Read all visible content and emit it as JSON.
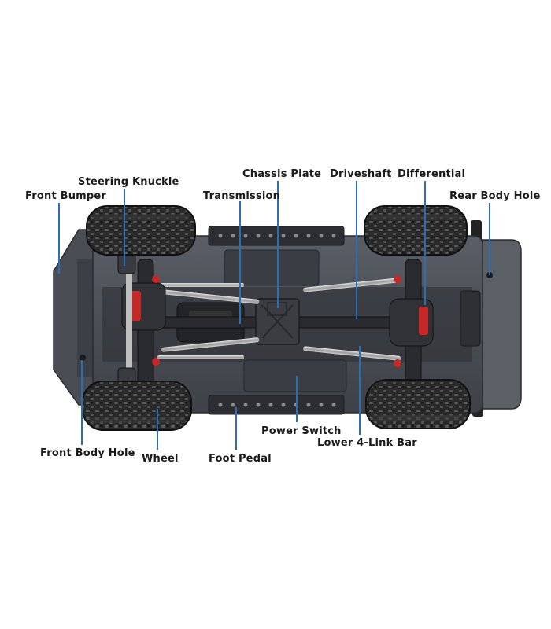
{
  "diagram": {
    "subject": "RC crawler chassis underside",
    "accent_color": "#2b6fb7",
    "label_color": "#1a1a1a",
    "labels": {
      "front_bumper": "Front Bumper",
      "steering_knuckle": "Steering Knuckle",
      "transmission": "Transmission",
      "chassis_plate": "Chassis Plate",
      "driveshaft": "Driveshaft",
      "differential": "Differential",
      "rear_body_hole": "Rear Body Hole",
      "front_body_hole": "Front Body Hole",
      "wheel": "Wheel",
      "foot_pedal": "Foot Pedal",
      "power_switch": "Power Switch",
      "lower_4_link_bar": "Lower 4-Link Bar"
    }
  }
}
